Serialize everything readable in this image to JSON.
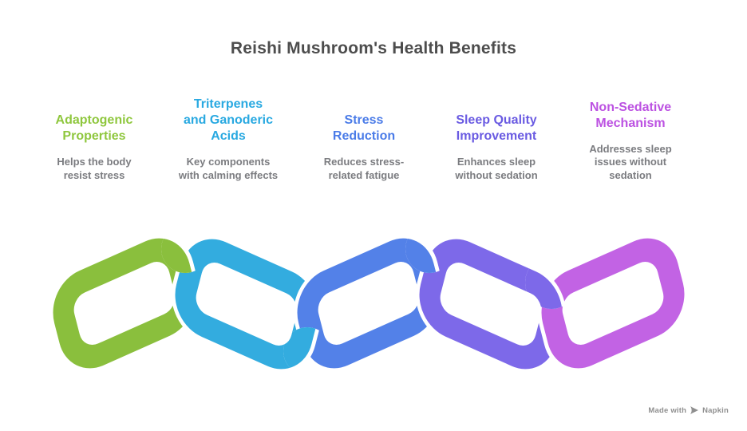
{
  "title": "Reishi Mushroom's Health Benefits",
  "benefits": [
    {
      "heading": "Adaptogenic\nProperties",
      "description": "Helps the body\nresist stress",
      "heading_color": "#8FC73E",
      "link_color": "#8ABF3D"
    },
    {
      "heading": "Triterpenes\nand Ganoderic\nAcids",
      "description": "Key components\nwith calming effects",
      "heading_color": "#29A9E1",
      "link_color": "#33ACDF"
    },
    {
      "heading": "Stress\nReduction",
      "description": "Reduces stress-\nrelated fatigue",
      "heading_color": "#4B7CE8",
      "link_color": "#5381E8"
    },
    {
      "heading": "Sleep Quality\nImprovement",
      "description": "Enhances sleep\nwithout sedation",
      "heading_color": "#6A5BE2",
      "link_color": "#7D69E9"
    },
    {
      "heading": "Non-Sedative\nMechanism",
      "description": "Addresses sleep\nissues without\nsedation",
      "heading_color": "#BC52E2",
      "link_color": "#C263E4"
    }
  ],
  "footer": {
    "text_prefix": "Made with",
    "brand": "Napkin",
    "icon": "pen-nib-icon",
    "color": "#8F8F8F"
  }
}
